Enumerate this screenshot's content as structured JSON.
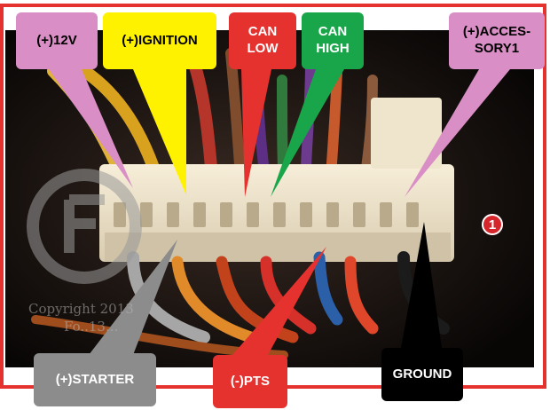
{
  "labels": {
    "plus_12v": "(+)12V",
    "ignition": "(+)IGNITION",
    "can_low": "CAN\nLOW",
    "can_high": "CAN\nHIGH",
    "accessory": "(+)ACCES-\nSORY1",
    "starter": "(+)STARTER",
    "pts": "(-)PTS",
    "ground": "GROUND"
  },
  "badge": "1",
  "watermark": {
    "line1": "Copyright 2013",
    "line2": "Fo..13..."
  },
  "colors": {
    "frame_red": "#e5322f",
    "plus_12v": "#d98fc5",
    "ignition": "#fff200",
    "can_low": "#e5322f",
    "can_high": "#19a64a",
    "accessory": "#d98fc5",
    "starter": "#8c8c8c",
    "pts": "#e5322f",
    "ground": "#000000"
  },
  "icons": {
    "badge": "circled-number-icon",
    "logo": "watermark-logo-icon"
  }
}
